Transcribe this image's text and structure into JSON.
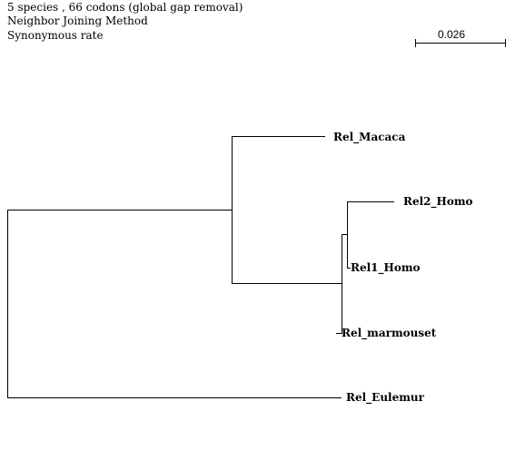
{
  "header": {
    "line1": "5 species , 66 codons (global gap removal)",
    "line2": "Neighbor Joining Method",
    "line3": "Synonymous rate"
  },
  "scale_bar": {
    "label": "0.026"
  },
  "tree": {
    "taxa": [
      "Rel_Macaca",
      "Rel2_Homo",
      "Rel1_Homo",
      "Rel_marmouset",
      "Rel_Eulemur"
    ],
    "line_color": "#000000"
  }
}
